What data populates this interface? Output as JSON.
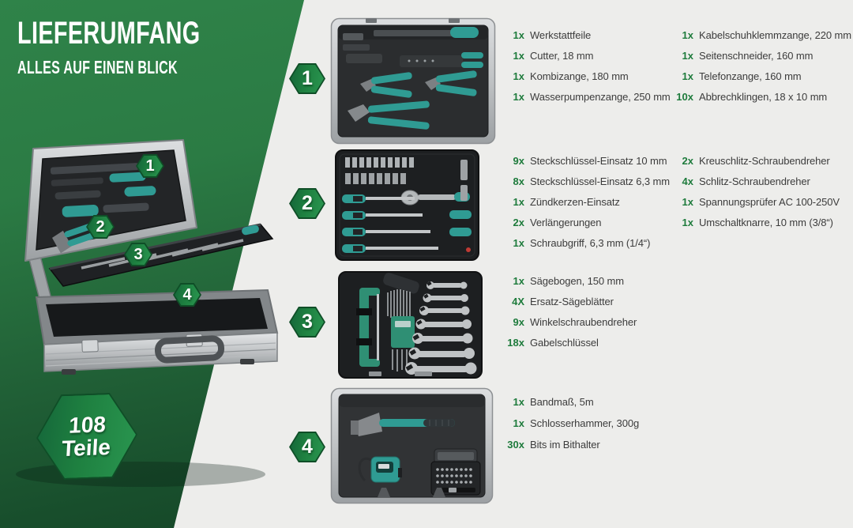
{
  "header": {
    "title": "LIEFERUMFANG",
    "subtitle": "ALLES AUF EINEN BLICK"
  },
  "parts_badge": {
    "count": "108",
    "unit": "Teile"
  },
  "case_markers": [
    {
      "label": "1"
    },
    {
      "label": "2"
    },
    {
      "label": "3"
    },
    {
      "label": "4"
    }
  ],
  "sections": [
    {
      "number": "1",
      "items_col1": [
        {
          "qty": "1x",
          "label": "Werkstattfeile"
        },
        {
          "qty": "1x",
          "label": "Cutter, 18 mm"
        },
        {
          "qty": "1x",
          "label": "Kombizange, 180 mm"
        },
        {
          "qty": "1x",
          "label": "Wasserpumpenzange, 250 mm"
        }
      ],
      "items_col2": [
        {
          "qty": "1x",
          "label": "Kabelschuhklemmzange, 220 mm"
        },
        {
          "qty": "1x",
          "label": "Seitenschneider, 160 mm"
        },
        {
          "qty": "1x",
          "label": "Telefonzange, 160 mm"
        },
        {
          "qty": "10x",
          "label": "Abbrechklingen, 18 x 10 mm"
        }
      ]
    },
    {
      "number": "2",
      "items_col1": [
        {
          "qty": "9x",
          "label": "Steckschlüssel-Einsatz 10 mm"
        },
        {
          "qty": "8x",
          "label": "Steckschlüssel-Einsatz 6,3 mm"
        },
        {
          "qty": "1x",
          "label": "Zündkerzen-Einsatz"
        },
        {
          "qty": "2x",
          "label": "Verlängerungen"
        },
        {
          "qty": "1x",
          "label": "Schraubgriff, 6,3 mm (1/4“)"
        }
      ],
      "items_col2": [
        {
          "qty": "2x",
          "label": "Kreuschlitz-Schraubendreher"
        },
        {
          "qty": "4x",
          "label": "Schlitz-Schraubendreher"
        },
        {
          "qty": "1x",
          "label": "Spannungsprüfer AC 100-250V"
        },
        {
          "qty": "1x",
          "label": "Umschaltknarre, 10 mm (3/8“)"
        }
      ]
    },
    {
      "number": "3",
      "items_col1": [
        {
          "qty": "1x",
          "label": "Sägebogen, 150 mm"
        },
        {
          "qty": "4X",
          "label": "Ersatz-Sägeblätter"
        },
        {
          "qty": "9x",
          "label": "Winkelschraubendreher"
        },
        {
          "qty": "18x",
          "label": "Gabelschlüssel"
        }
      ],
      "items_col2": []
    },
    {
      "number": "4",
      "items_col1": [
        {
          "qty": "1x",
          "label": "Bandmaß, 5m"
        },
        {
          "qty": "1x",
          "label": "Schlosserhammer, 300g"
        },
        {
          "qty": "30x",
          "label": "Bits im Bithalter"
        }
      ],
      "items_col2": []
    }
  ],
  "colors": {
    "background": "#EDEDEB",
    "green_top": "#2F8349",
    "green_bottom": "#113A20",
    "hex_green": "#1E8040",
    "quantity_green": "#1E7B3C",
    "label_gray": "#3C3C3C",
    "tool_teal": "#2F9B93",
    "tray_dark": "#1D1F21",
    "aluminium": "#C2C5C7"
  }
}
